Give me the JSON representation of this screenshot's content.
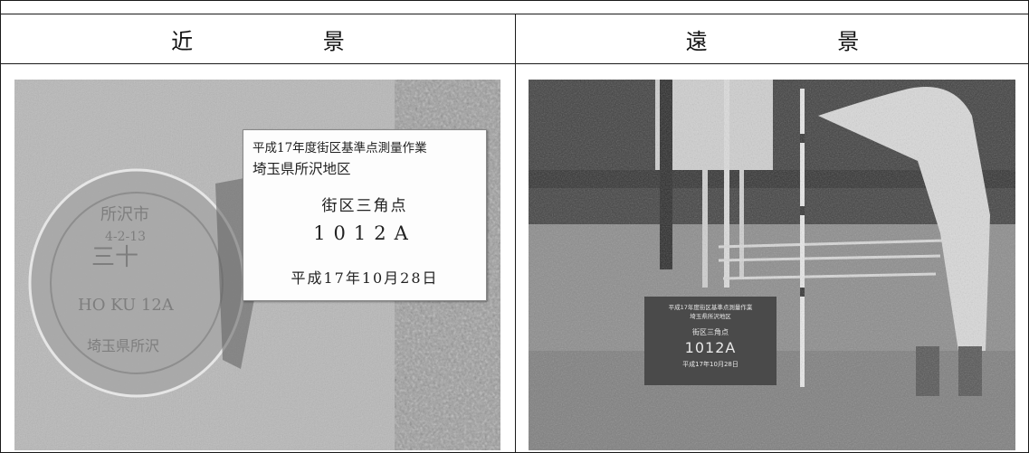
{
  "header": {
    "near_label": "近 景",
    "far_label": "遠 景"
  },
  "near_photo": {
    "sign": {
      "line1": "平成17年度街区基準点測量作業",
      "line2": "埼玉県所沢地区",
      "line3": "街区三角点",
      "line4": "1012A",
      "line5": "平成17年10月28日"
    }
  },
  "far_photo": {
    "plate": {
      "line1": "平成17年度街区基準点測量作業",
      "line2": "埼玉県所沢地区",
      "line3": "街区三角点",
      "line4": "1012A",
      "line5": "平成17年10月28日"
    }
  }
}
